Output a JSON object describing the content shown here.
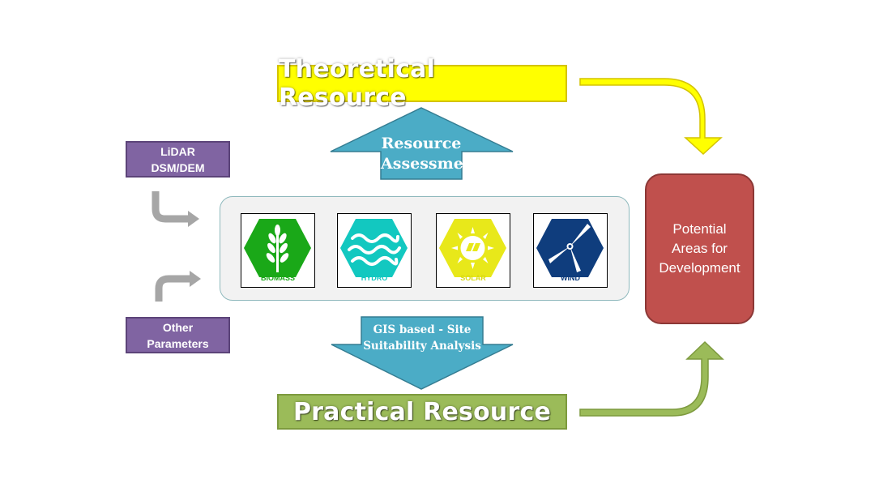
{
  "title_top": "Theoretical Resource",
  "title_bottom": "Practical Resource",
  "inputs": [
    {
      "lines": [
        "LiDAR",
        "DSM/DEM"
      ]
    },
    {
      "lines": [
        "Other",
        "Parameters"
      ]
    }
  ],
  "up_arrow": {
    "lines": [
      "Resource",
      "Assessment"
    ]
  },
  "down_arrow": {
    "lines": [
      "GIS based - Site",
      "Suitability Analysis"
    ]
  },
  "output": {
    "lines": [
      "Potential",
      "Areas for",
      "Development"
    ]
  },
  "resources": [
    {
      "label": "BIOMASS",
      "color": "#1aa818",
      "icon": "wheat-icon"
    },
    {
      "label": "HYDRO",
      "color": "#12c8c0",
      "icon": "waves-icon"
    },
    {
      "label": "SOLAR",
      "color": "#e8e81a",
      "icon": "sun-icon"
    },
    {
      "label": "WIND",
      "color": "#0f3d7d",
      "icon": "wind-turbine-icon"
    }
  ],
  "colors": {
    "yellow": "#ffff00",
    "green": "#9bbb59",
    "purple": "#8064a2",
    "teal_arrow": "#4bacc6",
    "red_box": "#c0504d",
    "grey_arrow": "#a6a6a6"
  }
}
